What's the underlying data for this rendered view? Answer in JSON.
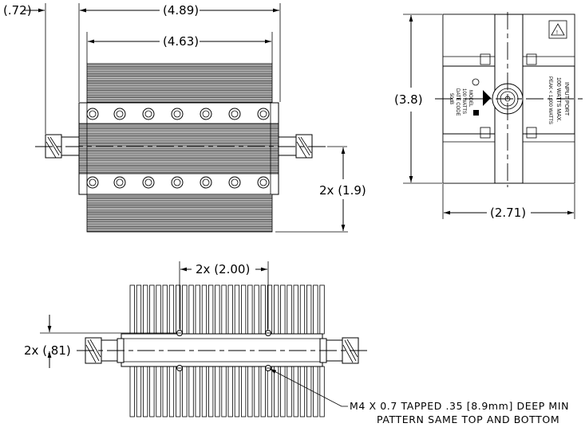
{
  "dimensions": {
    "overall_length": "(4.89)",
    "heatsink_length": "(4.63)",
    "connector_offset": "(.72)",
    "centerline_height": "2x (1.9)",
    "overall_height": "(3.8)",
    "overall_width": "(2.71)",
    "mount_spacing": "2x (2.00)",
    "mount_offset": "2x (.81)"
  },
  "note": {
    "line1": "M4 X 0.7 TAPPED .35 [8.9mm] DEEP MIN",
    "line2": "PATTERN SAME TOP AND BOTTOM"
  },
  "label_plate": {
    "col1": "INPUT PORT",
    "col2": "100 WATTS MAX.",
    "col3": "PEAK < 1,000 WATTS",
    "left1": "MODEL",
    "left2": "100 WATTS",
    "left3": "DATE CODE",
    "left4": "50dB"
  }
}
